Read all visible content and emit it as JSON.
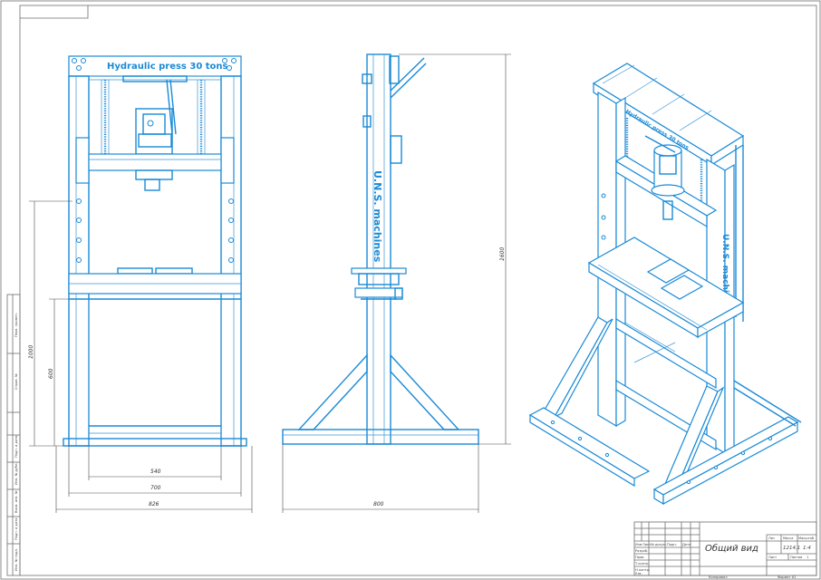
{
  "front_view": {
    "plate_text": "Hydraulic press 30 tons",
    "dimensions": {
      "height": "1000",
      "table_height": "600",
      "inner_width": "540",
      "column_width": "700",
      "overall_width": "826"
    }
  },
  "side_view": {
    "brand_text": "U.N.S. machines",
    "dimensions": {
      "height": "1600",
      "base_width": "800"
    }
  },
  "iso_view": {
    "brand_text": "U.N.S. machines",
    "plate_text": "Hydraulic press 30 tons"
  },
  "title_block": {
    "title": "Общий вид",
    "mass": "1214,1",
    "scale": "1:4",
    "sheet_label": "Лист",
    "sheets_label": "Листов",
    "sheets_value": "1",
    "header_lit": "Лит",
    "header_mass": "Масса",
    "header_scale": "Масштаб",
    "copied": "Копировал",
    "format": "Формат A1",
    "rows": [
      "Изм",
      "Лист",
      "№ докум.",
      "Подп.",
      "Дата",
      "Разраб.",
      "Пров.",
      "Т.контр.",
      "Н.контр.",
      "Утв."
    ]
  },
  "side_stamps": [
    "Перв. примен.",
    "Справ. №",
    "Подп. и дата",
    "Инв. № дубл.",
    "Взам. инв. №",
    "Подп. и дата",
    "Инв. № подл."
  ]
}
